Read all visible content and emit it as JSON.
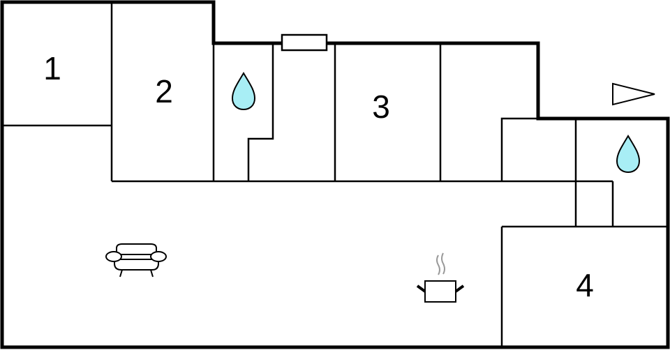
{
  "rooms": [
    {
      "label": "1"
    },
    {
      "label": "2"
    },
    {
      "label": "3"
    },
    {
      "label": "4"
    }
  ],
  "icons": {
    "bathroom": "water-drop-icon",
    "living": "sofa-icon",
    "kitchen": "cooking-pot-icon",
    "entrance": "entrance-arrow-icon",
    "window": "window-icon"
  },
  "colors": {
    "wall": "#000000",
    "water_drop": "#a8eef5",
    "steam": "#999999"
  }
}
